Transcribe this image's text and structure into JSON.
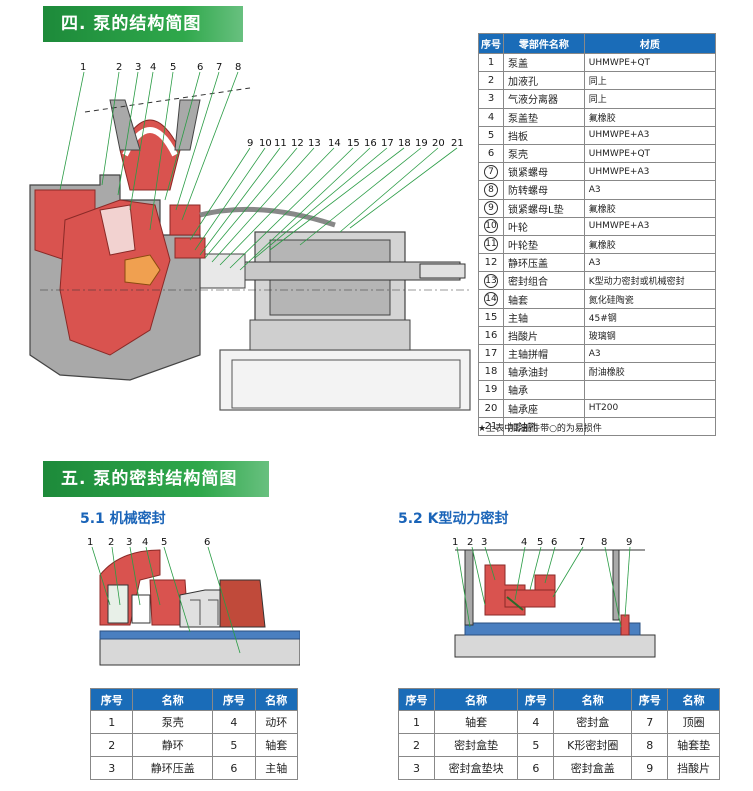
{
  "section1": {
    "title": "四. 泵的结构简图"
  },
  "section2": {
    "title": "五. 泵的密封结构简图"
  },
  "sub1": "5.1 机械密封",
  "sub2": "5.2 K型动力密封",
  "diagram1_labels": [
    "1",
    "2",
    "3",
    "4",
    "5",
    "6",
    "7",
    "8",
    "9",
    "10",
    "11",
    "12",
    "13",
    "14",
    "15",
    "16",
    "17",
    "18",
    "19",
    "20",
    "21"
  ],
  "diagram2_labels": [
    "1",
    "2",
    "3",
    "4",
    "5",
    "6"
  ],
  "diagram3_labels": [
    "1",
    "2",
    "3",
    "4",
    "5",
    "6",
    "7",
    "8",
    "9"
  ],
  "parts_table": {
    "headers": [
      "序号",
      "零部件名称",
      "材质"
    ],
    "rows": [
      {
        "no": "1",
        "circled": false,
        "name": "泵盖",
        "material": "UHMWPE+QT"
      },
      {
        "no": "2",
        "circled": false,
        "name": "加液孔",
        "material": "同上"
      },
      {
        "no": "3",
        "circled": false,
        "name": "气液分离器",
        "material": "同上"
      },
      {
        "no": "4",
        "circled": false,
        "name": "泵盖垫",
        "material": "氟橡胶"
      },
      {
        "no": "5",
        "circled": false,
        "name": "挡板",
        "material": "UHMWPE+A3"
      },
      {
        "no": "6",
        "circled": false,
        "name": "泵壳",
        "material": "UHMWPE+QT"
      },
      {
        "no": "7",
        "circled": true,
        "name": "锁紧螺母",
        "material": "UHMWPE+A3"
      },
      {
        "no": "8",
        "circled": true,
        "name": "防转螺母",
        "material": "A3"
      },
      {
        "no": "9",
        "circled": true,
        "name": "锁紧螺母L垫",
        "material": "氟橡胶"
      },
      {
        "no": "10",
        "circled": true,
        "name": "叶轮",
        "material": "UHMWPE+A3"
      },
      {
        "no": "11",
        "circled": true,
        "name": "叶轮垫",
        "material": "氟橡胶"
      },
      {
        "no": "12",
        "circled": false,
        "name": "静环压盖",
        "material": "A3"
      },
      {
        "no": "13",
        "circled": true,
        "name": "密封组合",
        "material": "K型动力密封或机械密封"
      },
      {
        "no": "14",
        "circled": true,
        "name": "轴套",
        "material": "氮化硅陶瓷"
      },
      {
        "no": "15",
        "circled": false,
        "name": "主轴",
        "material": "45#钢"
      },
      {
        "no": "16",
        "circled": false,
        "name": "挡酸片",
        "material": "玻璃钢"
      },
      {
        "no": "17",
        "circled": false,
        "name": "主轴拼帽",
        "material": "A3"
      },
      {
        "no": "18",
        "circled": false,
        "name": "轴承油封",
        "material": "耐油橡胶"
      },
      {
        "no": "19",
        "circled": false,
        "name": "轴承",
        "material": ""
      },
      {
        "no": "20",
        "circled": false,
        "name": "轴承座",
        "material": "HT200"
      },
      {
        "no": "21",
        "circled": false,
        "name": "加油孔",
        "material": ""
      }
    ]
  },
  "note": "★上表中零部件带○的为易损件",
  "seal_table_1": {
    "headers": [
      "序号",
      "名称",
      "序号",
      "名称"
    ],
    "rows": [
      [
        "1",
        "泵壳",
        "4",
        "动环"
      ],
      [
        "2",
        "静环",
        "5",
        "轴套"
      ],
      [
        "3",
        "静环压盖",
        "6",
        "主轴"
      ]
    ]
  },
  "seal_table_2": {
    "headers": [
      "序号",
      "名称",
      "序号",
      "名称",
      "序号",
      "名称"
    ],
    "rows": [
      [
        "1",
        "轴套",
        "4",
        "密封盒",
        "7",
        "顶圈"
      ],
      [
        "2",
        "密封盒垫",
        "5",
        "K形密封圈",
        "8",
        "轴套垫"
      ],
      [
        "3",
        "密封盒垫块",
        "6",
        "密封盒盖",
        "9",
        "挡酸片"
      ]
    ]
  },
  "colors": {
    "header_green": "#2a9c45",
    "table_blue": "#1a6cb8",
    "part_red": "#d9534f",
    "body_gray": "#a9a9a9",
    "shaft_blue": "#4a7fc0"
  }
}
